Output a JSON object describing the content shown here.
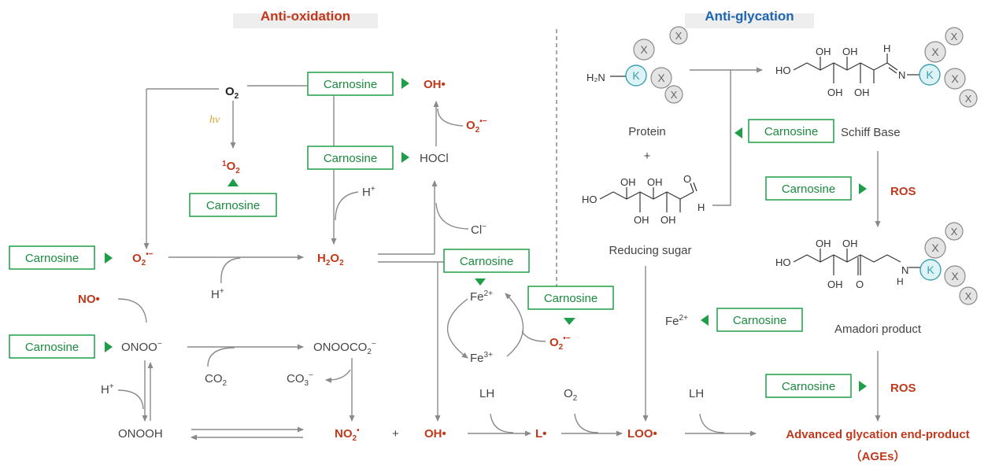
{
  "headers": {
    "left": "Anti-oxidation",
    "right": "Anti-glycation"
  },
  "colors": {
    "left_header": "#c0391c",
    "right_header": "#1f66b1",
    "species": "#c0391c",
    "carnosine": "#1f9d48",
    "arrows": "#8a8a8a"
  },
  "carnosine_label": "Carnosine",
  "oxidation": {
    "o2": "O",
    "o2_sub": "2",
    "hv": "hv",
    "singlet_sup": "1",
    "singlet_o": "O",
    "singlet_sub": "2",
    "superoxide_o": "O",
    "superoxide_sub": "2",
    "superoxide_sup": "•−",
    "oh_radical": "OH•",
    "hocl": "HOCl",
    "h_plus": "H",
    "plus_sup": "+",
    "h2o2_h": "H",
    "h2o2_sub1": "2",
    "h2o2_o": "O",
    "h2o2_sub2": "2",
    "cl_minus": "Cl",
    "minus_sup": "−",
    "no_radical": "NO•",
    "onoo": "ONOO",
    "onooco2": "ONOOCO",
    "co2": "CO",
    "co3": "CO",
    "co3_sub": "3",
    "onooh": "ONOOH",
    "no2": "NO",
    "no2_sup": "•",
    "plus": "+",
    "fe": "Fe",
    "fe2_sup": "2+",
    "fe3_sup": "3+",
    "lh": "LH",
    "l_radical": "L•",
    "loo_radical": "LOO•"
  },
  "glycation": {
    "protein": "Protein",
    "plus": "+",
    "reducing_sugar": "Reducing sugar",
    "schiff_base": "Schiff Base",
    "ros": "ROS",
    "amadori": "Amadori product",
    "ages_line1": "Advanced glycation end-product",
    "ages_line2": "（AGEs）",
    "fe": "Fe",
    "fe_sup": "2+",
    "lys": "K",
    "x": "X",
    "h2n": "H₂N",
    "oh": "OH",
    "ho": "HO",
    "h": "H",
    "n": "N",
    "o": "O"
  }
}
